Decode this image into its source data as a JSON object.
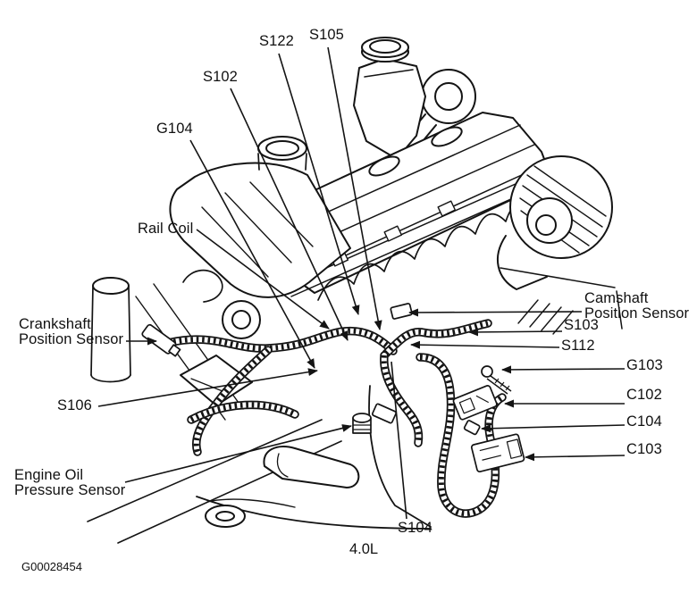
{
  "diagram": {
    "caption": "4.0L",
    "figure_id": "G00028454",
    "labels": {
      "s122": "S122",
      "s105": "S105",
      "s102": "S102",
      "g104": "G104",
      "rail_coil": "Rail Coil",
      "crankshaft_sensor": {
        "line1": "Crankshaft",
        "line2": "Position Sensor"
      },
      "camshaft_sensor": {
        "line1": "Camshaft",
        "line2": "Position Sensor"
      },
      "s103": "S103",
      "s112": "S112",
      "g103": "G103",
      "c102": "C102",
      "c104": "C104",
      "c103": "C103",
      "s106": "S106",
      "oil_pressure_sensor": {
        "line1": "Engine Oil",
        "line2": "Pressure Sensor"
      },
      "s104": "S104"
    },
    "colors": {
      "line": "#141414",
      "background": "#ffffff",
      "text": "#111111"
    }
  }
}
